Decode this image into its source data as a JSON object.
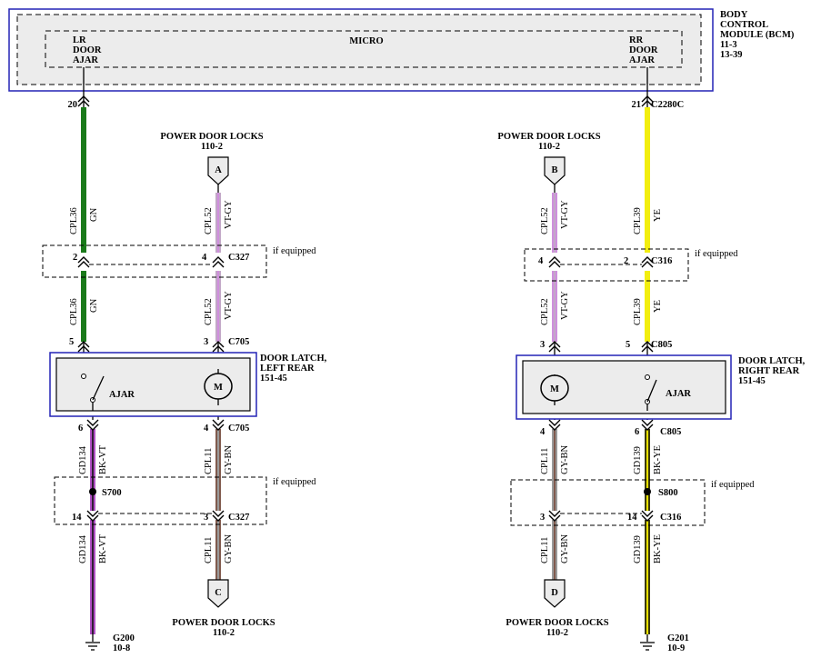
{
  "module": {
    "name_lines": [
      "BODY",
      "CONTROL",
      "MODULE (BCM)",
      "11-3",
      "13-39"
    ],
    "micro": "MICRO",
    "lr_lines": [
      "LR",
      "DOOR",
      "AJAR"
    ],
    "rr_lines": [
      "RR",
      "DOOR",
      "AJAR"
    ],
    "pin_left": "20",
    "pin_right": "21",
    "connector": "C2280C"
  },
  "power_locks": {
    "title": "POWER DOOR LOCKS",
    "ref": "110-2",
    "A": "A",
    "B": "B",
    "C": "C",
    "D": "D"
  },
  "wires": {
    "cpl36": "CPL36",
    "gn": "GN",
    "cpl52": "CPL52",
    "vtgy": "VT-GY",
    "cpl39": "CPL39",
    "ye": "YE",
    "gd134": "GD134",
    "bkvt": "BK-VT",
    "cpl11": "CPL11",
    "gybn": "GY-BN",
    "gd139": "GD139",
    "bkye": "BK-YE"
  },
  "connectors": {
    "c327": "C327",
    "c316": "C316",
    "c705": "C705",
    "c805": "C805",
    "if_equipped": "if equipped",
    "s700": "S700",
    "s800": "S800"
  },
  "pins": {
    "p2": "2",
    "p4": "4",
    "p5": "5",
    "p3": "3",
    "p6": "6",
    "p14": "14"
  },
  "latch_left": {
    "lines": [
      "DOOR LATCH,",
      "LEFT REAR",
      "151-45"
    ],
    "ajar": "AJAR",
    "motor": "M"
  },
  "latch_right": {
    "lines": [
      "DOOR LATCH,",
      "RIGHT REAR",
      "151-45"
    ],
    "ajar": "AJAR",
    "motor": "M"
  },
  "grounds": {
    "g200": "G200",
    "g200_ref": "10-8",
    "g201": "G201",
    "g201_ref": "10-9"
  },
  "colors": {
    "green": "#1a7a1a",
    "violet_gray": "#c07fcf",
    "yellow": "#f2ee10",
    "black_violet": "#9b3fb0",
    "gray_brown": "#8a6f6f",
    "black_yellow": "#d8d000",
    "module_border": "#2323b5"
  }
}
